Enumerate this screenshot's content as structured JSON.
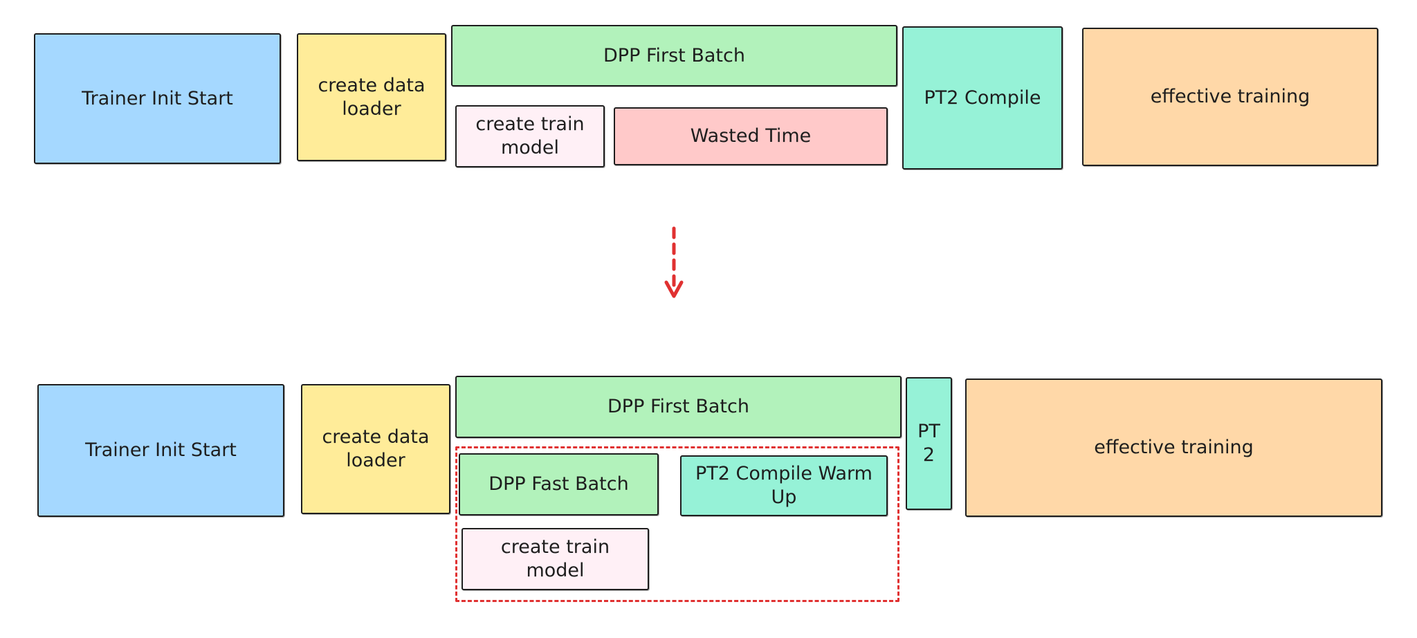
{
  "before": {
    "trainer_init": "Trainer Init Start",
    "create_data_loader": "create data loader",
    "dpp_first_batch": "DPP First Batch",
    "create_train_model": "create train model",
    "wasted_time": "Wasted Time",
    "pt2_compile": "PT2 Compile",
    "effective_training": "effective training"
  },
  "after": {
    "trainer_init": "Trainer Init Start",
    "create_data_loader": "create data loader",
    "dpp_first_batch": "DPP First Batch",
    "pt2": "PT 2",
    "effective_training": "effective training",
    "dpp_fast_batch": "DPP Fast Batch",
    "pt2_compile_warm_up": "PT2 Compile Warm Up",
    "create_train_model": "create train model"
  },
  "colors": {
    "trainer": "#a5d8ff",
    "loader": "#ffec99",
    "dpp": "#b2f2bb",
    "pt2": "#96f2d7",
    "training": "#ffd8a8",
    "model": "#fff0f6",
    "wasted": "#ffc9c9",
    "highlight": "#e03131",
    "stroke": "#1e1e1e"
  }
}
